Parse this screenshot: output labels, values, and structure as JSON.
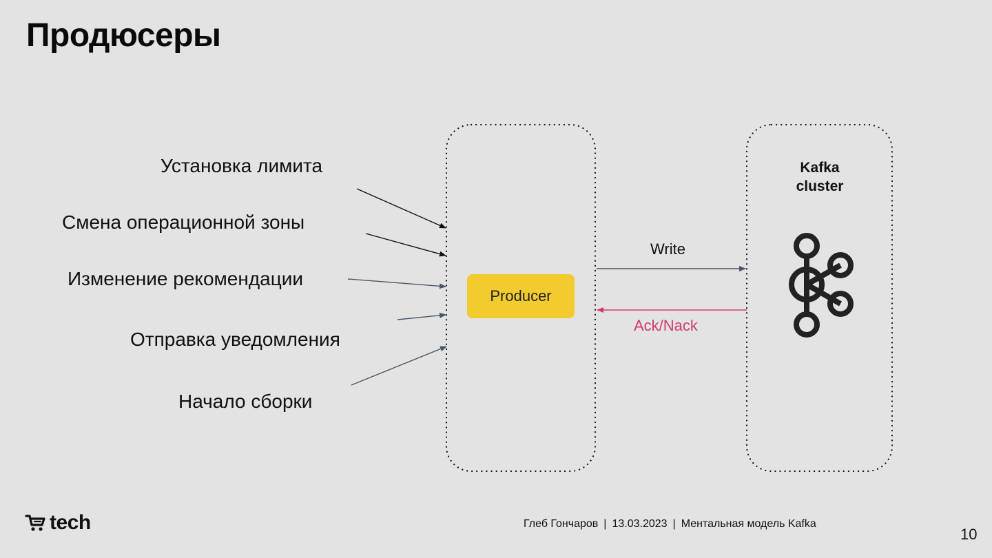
{
  "slide": {
    "title": "Продюсеры",
    "page_number": "10"
  },
  "events": [
    "Установка лимита",
    "Смена операционной зоны",
    "Изменение рекомендации",
    "Отправка уведомления",
    "Начало сборки"
  ],
  "producer": {
    "label": "Producer"
  },
  "kafka": {
    "title_line1": "Kafka",
    "title_line2": "cluster"
  },
  "arrows": {
    "write": "Write",
    "ack": "Ack/Nack"
  },
  "footer": {
    "author": "Глеб Гончаров",
    "date": "13.03.2023",
    "talk": "Ментальная модель Kafka"
  },
  "logo": {
    "text": "tech",
    "icon": "shopping-cart-icon"
  },
  "colors": {
    "background": "#e3e3e3",
    "producer": "#f2cb2e",
    "ack": "#d23a6e",
    "arrow": "#4a5468"
  }
}
